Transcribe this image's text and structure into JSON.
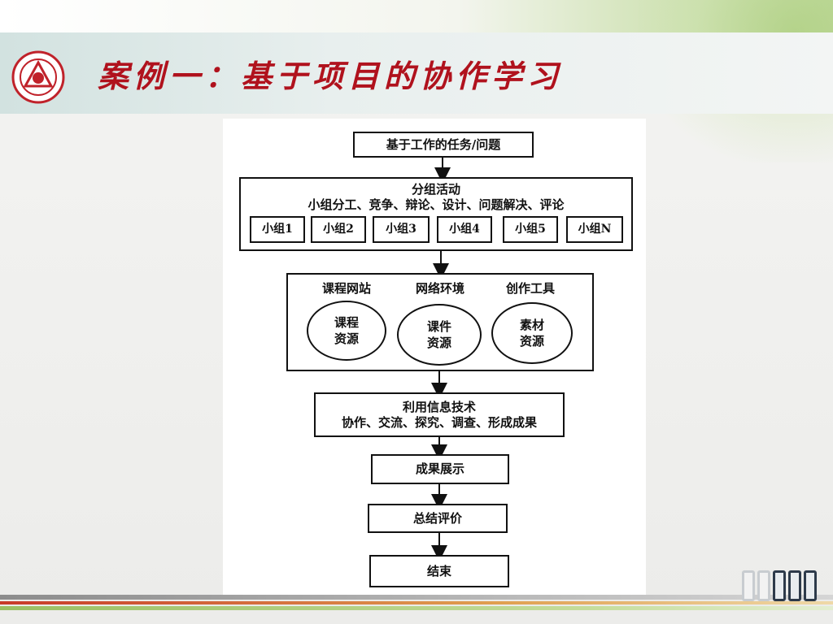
{
  "slide": {
    "title": "案例一：基于项目的协作学习"
  },
  "diagram": {
    "task": "基于工作的任务/问题",
    "group_activity": {
      "title": "分组活动",
      "subtitle": "小组分工、竞争、辩论、设计、问题解决、评论",
      "groups": [
        "小组1",
        "小组2",
        "小组3",
        "小组4",
        "小组5",
        "小组N"
      ]
    },
    "resources": {
      "labels": [
        "课程网站",
        "网络环境",
        "创作工具"
      ],
      "circles": [
        {
          "line1": "课程",
          "line2": "资源"
        },
        {
          "line1": "课件",
          "line2": "资源"
        },
        {
          "line1": "素材",
          "line2": "资源"
        }
      ]
    },
    "it_use": {
      "line1": "利用信息技术",
      "line2": "协作、交流、探究、调查、形成成果"
    },
    "showcase": "成果展示",
    "evaluation": "总结评价",
    "end": "结束"
  },
  "colors": {
    "title": "#b0121d",
    "logo": "#c0222a"
  }
}
